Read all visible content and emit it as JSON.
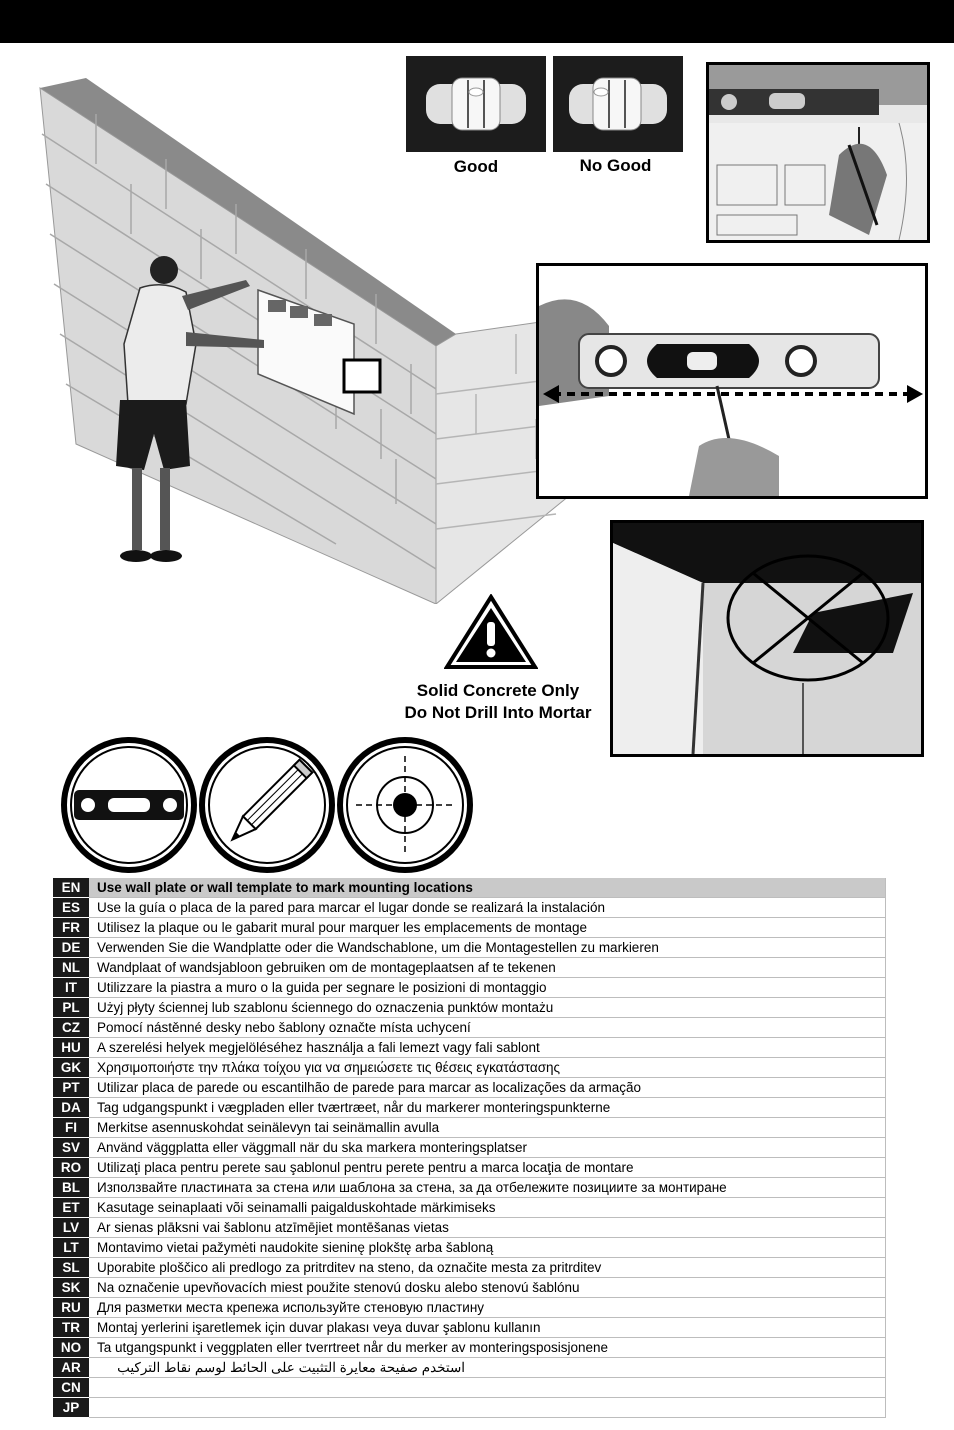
{
  "header": {
    "bar_color": "#000000"
  },
  "level_images": {
    "good_label": "Good",
    "no_good_label": "No Good"
  },
  "warning": {
    "icon": "warning-triangle-icon",
    "line1": "Solid Concrete Only",
    "line2": "Do Not Drill Into Mortar"
  },
  "tools": [
    "level-icon",
    "pencil-icon",
    "target-crosshair-icon"
  ],
  "languages": [
    {
      "code": "EN",
      "text": "Use wall plate or wall template to mark mounting locations"
    },
    {
      "code": "ES",
      "text": "Use la guía o placa de la pared para marcar el lugar donde se realizará la instalación"
    },
    {
      "code": "FR",
      "text": "Utilisez la plaque ou le gabarit mural pour marquer les emplacements de montage"
    },
    {
      "code": "DE",
      "text": "Verwenden Sie die Wandplatte oder die Wandschablone, um die Montagestellen zu markieren"
    },
    {
      "code": "NL",
      "text": "Wandplaat of wandsjabloon gebruiken om de montageplaatsen af te tekenen"
    },
    {
      "code": "IT",
      "text": "Utilizzare la piastra a muro o la guida per segnare le posizioni di montaggio"
    },
    {
      "code": "PL",
      "text": "Użyj płyty ściennej lub szablonu ściennego do oznaczenia punktów montażu"
    },
    {
      "code": "CZ",
      "text": "Pomocí nástěnné desky nebo šablony označte místa uchycení"
    },
    {
      "code": "HU",
      "text": "A szerelési helyek megjelöléséhez használja a fali lemezt vagy fali sablont"
    },
    {
      "code": "GK",
      "text": "Χρησιμοποιήστε την πλάκα τοίχου για να σημειώσετε τις θέσεις εγκατάστασης"
    },
    {
      "code": "PT",
      "text": "Utilizar placa de parede ou escantilhão de parede para marcar as localizações da armação"
    },
    {
      "code": "DA",
      "text": "Tag udgangspunkt i vægpladen eller tværtræet, når du markerer monteringspunkterne"
    },
    {
      "code": "FI",
      "text": "Merkitse asennuskohdat seinälevyn tai seinämallin avulla"
    },
    {
      "code": "SV",
      "text": "Använd väggplatta eller väggmall när du ska markera monteringsplatser"
    },
    {
      "code": "RO",
      "text": "Utilizaţi placa pentru perete sau şablonul pentru perete pentru a marca locaţia de montare"
    },
    {
      "code": "BL",
      "text": "Използвайте пластината за стена или шаблона за стена, за да отбележите позициите за монтиране"
    },
    {
      "code": "ET",
      "text": "Kasutage seinaplaati või seinamalli paigalduskohtade märkimiseks"
    },
    {
      "code": "LV",
      "text": "Ar sienas plāksni vai šablonu atzīmējiet montēšanas vietas"
    },
    {
      "code": "LT",
      "text": "Montavimo vietai pažymėti naudokite sieninę plokštę arba šabloną"
    },
    {
      "code": "SL",
      "text": "Uporabite ploščico ali predlogo za pritrditev na steno, da označite mesta za pritrditev"
    },
    {
      "code": "SK",
      "text": "Na označenie upevňovacích miest použite stenovú dosku alebo stenovú šablónu"
    },
    {
      "code": "RU",
      "text": "Для разметки места крепежа используйте стеновую пластину"
    },
    {
      "code": "TR",
      "text": "Montaj yerlerini işaretlemek için duvar plakası veya duvar şablonu kullanın"
    },
    {
      "code": "NO",
      "text": "Ta utgangspunkt i veggplaten eller tverrtreet når du merker av monteringsposisjonene"
    },
    {
      "code": "AR",
      "text": "استخدم صفيحة معايرة التثبيت على الحائط لوسم نقاط التركيب"
    },
    {
      "code": "CN",
      "text": ""
    },
    {
      "code": "JP",
      "text": ""
    }
  ]
}
